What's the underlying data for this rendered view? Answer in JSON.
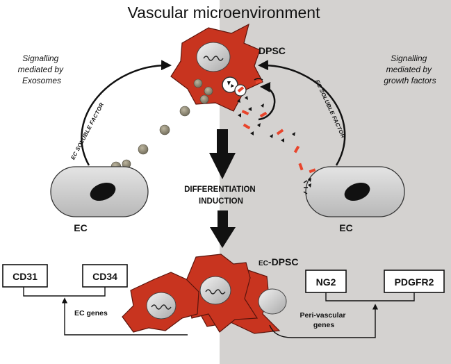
{
  "title": "Vascular microenvironment",
  "left_note": [
    "Signalling",
    "mediated by",
    "Exosomes"
  ],
  "right_note": [
    "Signalling",
    "mediated by",
    "growth factors"
  ],
  "dpsc_label": "DPSC",
  "ec_left_label": "EC",
  "ec_right_label": "EC",
  "soluble_left": "EC SOLUBLE FACTOR",
  "soluble_right": "EC SOLUBLE FACTOR",
  "differentiation": [
    "DIFFERENTIATION",
    "INDUCTION"
  ],
  "ec_dpsc_prefix": "EC",
  "ec_dpsc_label": "-DPSC",
  "genes_left": {
    "boxes": [
      "CD31",
      "CD34"
    ],
    "label": "EC genes"
  },
  "genes_right": {
    "boxes": [
      "NG2",
      "PDGFR2"
    ],
    "label": [
      "Peri-vascular",
      "genes"
    ]
  },
  "colors": {
    "background_right": "#d4d2d0",
    "cell_red": "#c8341f",
    "nucleus_gray": "#d2d2d2",
    "exosome": "#8a8472",
    "growth_factor": "#e8452c"
  }
}
